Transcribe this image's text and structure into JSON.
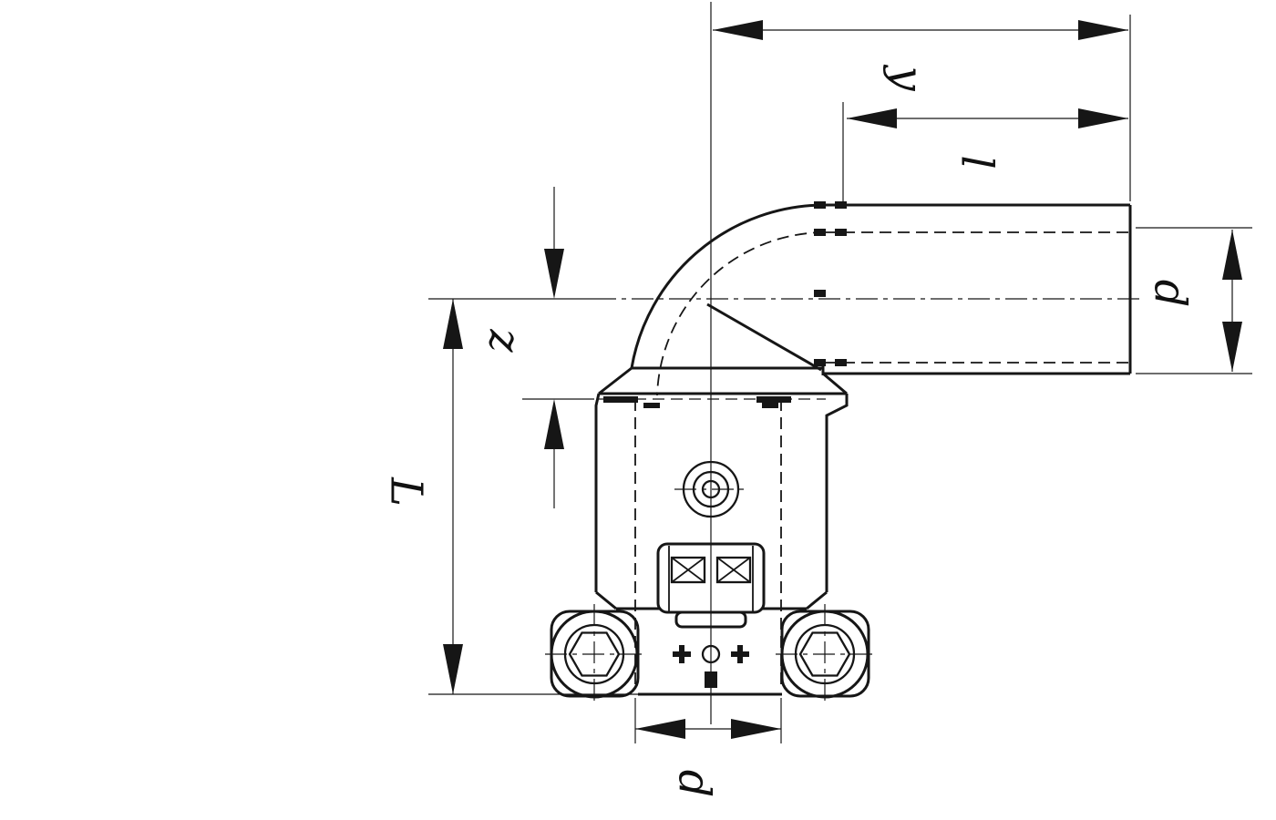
{
  "page": {
    "background": "#ffffff",
    "ink": "#161616"
  },
  "drawing": {
    "type": "technical-dimension-drawing",
    "dimension_labels": {
      "top_width": "y",
      "spigot_length": "l",
      "spigot_diameter": "d",
      "center_offset": "z",
      "overall_height": "L",
      "socket_diameter": "d"
    }
  }
}
